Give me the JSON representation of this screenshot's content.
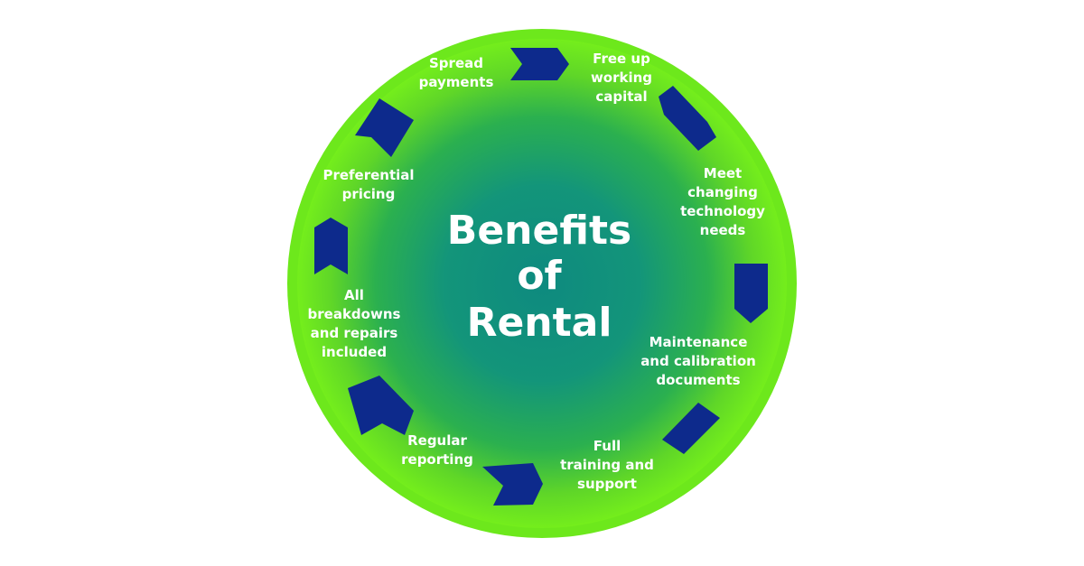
{
  "title_lines": [
    "Benefits",
    "of",
    "Rental"
  ],
  "benefits": [
    {
      "lines": [
        "Free up",
        "working",
        "capital"
      ]
    },
    {
      "lines": [
        "Meet",
        "changing",
        "technology",
        "needs"
      ]
    },
    {
      "lines": [
        "Maintenance",
        "and calibration",
        "documents"
      ]
    },
    {
      "lines": [
        "Full",
        "training and",
        "support"
      ]
    },
    {
      "lines": [
        "Regular",
        "reporting"
      ]
    },
    {
      "lines": [
        "All",
        "breakdowns",
        "and repairs",
        "included"
      ]
    },
    {
      "lines": [
        "Preferential",
        "pricing"
      ]
    },
    {
      "lines": [
        "Spread",
        "payments"
      ]
    }
  ],
  "colors": {
    "ring_outer": "#6be61f",
    "ring_bright": "#7cf51e",
    "center": "#0f8a7d",
    "mid": "#22a85a",
    "chevron": "#0d2a8c",
    "text": "#ffffff",
    "background": "#ffffff"
  }
}
